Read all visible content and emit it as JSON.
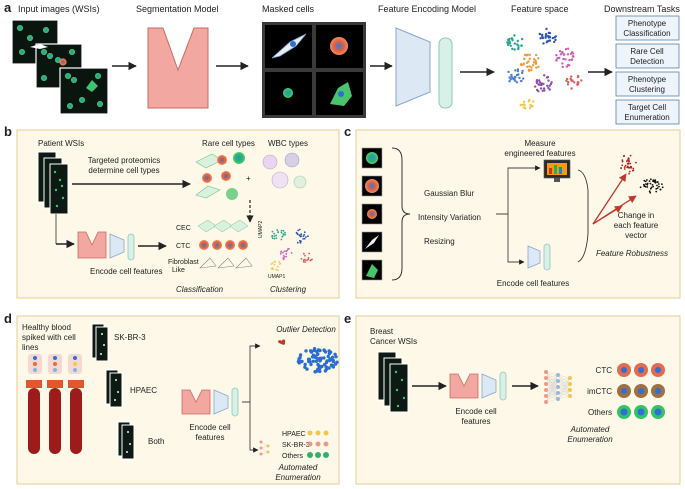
{
  "panel_a": {
    "letter": "a",
    "stages": [
      "Input images (WSIs)",
      "Segmentation Model",
      "Masked cells",
      "Feature Encoding Model",
      "Feature space",
      "Downstream Tasks"
    ],
    "tasks": [
      [
        "Phenotype",
        "Classification"
      ],
      [
        "Rare Cell",
        "Detection"
      ],
      [
        "Phenotype",
        "Clustering"
      ],
      [
        "Target Cell",
        "Enumeration"
      ]
    ]
  },
  "panel_b": {
    "letter": "b",
    "patient_wsis": "Patient WSIs",
    "proteomics": [
      "Targeted proteomics",
      "determine cell types"
    ],
    "rare_cell_types": "Rare cell types",
    "wbc_types": "WBC types",
    "plus": "+",
    "cell_labels": [
      "CEC",
      "CTC",
      "Fibroblast",
      "Like"
    ],
    "encode": "Encode cell features",
    "classification": "Classification",
    "clustering": "Clustering",
    "umap_x": "UMAP1",
    "umap_y": "UMAP2"
  },
  "panel_c": {
    "letter": "c",
    "measure": [
      "Measure",
      "engineered features"
    ],
    "transforms": [
      "Gaussian Blur",
      "Intensity Variation",
      "Resizing"
    ],
    "encode": "Encode cell features",
    "change": [
      "Change in",
      "each feature",
      "vector"
    ],
    "robustness": "Feature Robustness"
  },
  "panel_d": {
    "letter": "d",
    "healthy": [
      "Healthy blood",
      "spiked with cell",
      "lines"
    ],
    "lines": [
      "SK-BR-3",
      "HPAEC",
      "Both"
    ],
    "encode": [
      "Encode cell",
      "features"
    ],
    "outlier": "Outlier Detection",
    "counts": [
      "HPAEC",
      "SK-BR-3",
      "Others"
    ],
    "automated": [
      "Automated",
      "Enumeration"
    ]
  },
  "panel_e": {
    "letter": "e",
    "wsis": [
      "Breast",
      "Cancer WSIs"
    ],
    "encode": [
      "Encode cell",
      "features"
    ],
    "classes": [
      "CTC",
      "imCTC",
      "Others"
    ],
    "automated": [
      "Automated",
      "Enumeration"
    ]
  },
  "colors": {
    "panel_bg": "#fdf8e8",
    "panel_border": "#e2cf95",
    "segmentation": "#f2a7a0",
    "encoder": "#dde8f5",
    "latent": "#d9f0e8",
    "task_box": "#eef4fb"
  }
}
